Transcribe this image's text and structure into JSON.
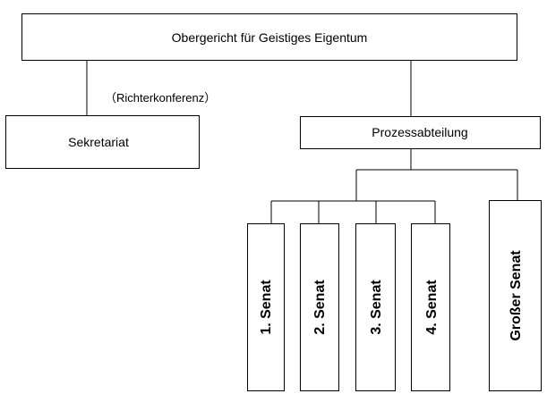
{
  "diagram": {
    "root": {
      "label": "Obergericht für Geistiges Eigentum"
    },
    "note": {
      "label": "（Richterkonferenz）"
    },
    "secretariat": {
      "label": "Sekretariat"
    },
    "process_dept": {
      "label": "Prozessabteilung"
    },
    "senates": [
      {
        "label": "1. Senat"
      },
      {
        "label": "2. Senat"
      },
      {
        "label": "3. Senat"
      },
      {
        "label": "4. Senat"
      },
      {
        "label": "Großer Senat"
      }
    ]
  }
}
